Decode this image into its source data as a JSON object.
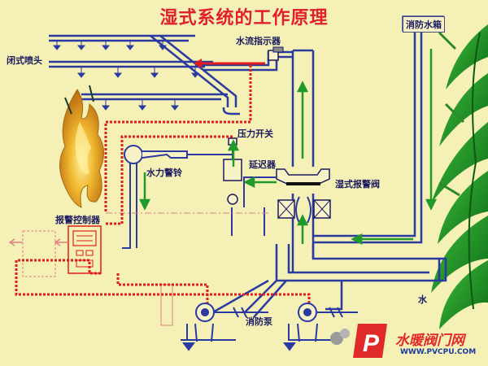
{
  "title": "湿式系统的工作原理",
  "labels": {
    "closed_sprinkler": "闭式喷头",
    "flow_indicator": "水流指示器",
    "pressure_switch": "压力开关",
    "water_gong": "水力警铃",
    "retard_chamber": "延迟器",
    "alarm_valve": "湿式报警阀",
    "alarm_controller": "报警控制器",
    "fire_pump": "消防泵",
    "fire_tank": "消防水箱",
    "water_partial": "水"
  },
  "watermark": {
    "text": "水暖阀门网",
    "url": "WWW.PVCPU.COM",
    "logo_letter": "P"
  },
  "colors": {
    "background": "#f4f0b6",
    "pipe": "#2a3aa0",
    "flow_arrow": "#1f9a2a",
    "signal_line": "#e01e1e",
    "title": "#e0202a",
    "flame": "#e8a820"
  }
}
